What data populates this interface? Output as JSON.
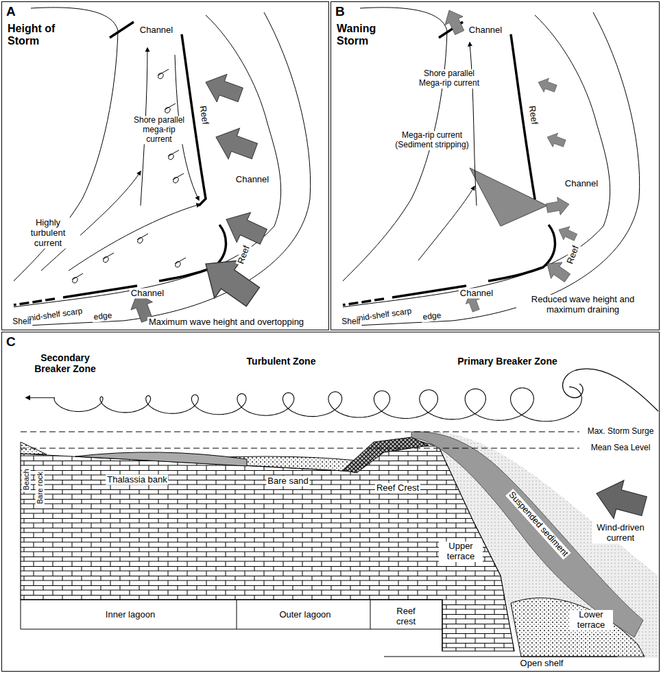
{
  "diagram": {
    "nodes": [
      {
        "text": [
          "A",
          "Height of Storm"
        ]
      },
      {
        "text": [
          "B",
          "Waning Storm"
        ]
      },
      {
        "text": [
          "C"
        ]
      }
    ],
    "labels": [
      "Channel",
      "Reef",
      "Shore parallel mega-rip current",
      "Channel",
      "Highly turbulent current",
      "Reef",
      "Channel",
      "mid-shelf scarp",
      "Shelf",
      "edge",
      "Maximum wave height and overtopping",
      "Channel",
      "Reef",
      "Shore parallel Mega-rip current",
      "Mega-rip current (Sediment stripping)",
      "Channel",
      "Reef",
      "Channel",
      "mid-shelf scarp",
      "Shelf",
      "edge",
      "Reduced wave height and maximum draining",
      "Secondary Breaker Zone",
      "Turbulent Zone",
      "Primary Breaker Zone",
      "Max. Storm Surge",
      "Mean Sea Level",
      "Wind-driven current",
      "Beach",
      "Bare rock",
      "Thalassia bank",
      "Bare sand",
      "Reef Crest",
      "Suspended sediment",
      "Upper terrace",
      "Lower terrace",
      "Inner lagoon",
      "Outer lagoon",
      "Reef crest",
      "Open shelf"
    ]
  }
}
